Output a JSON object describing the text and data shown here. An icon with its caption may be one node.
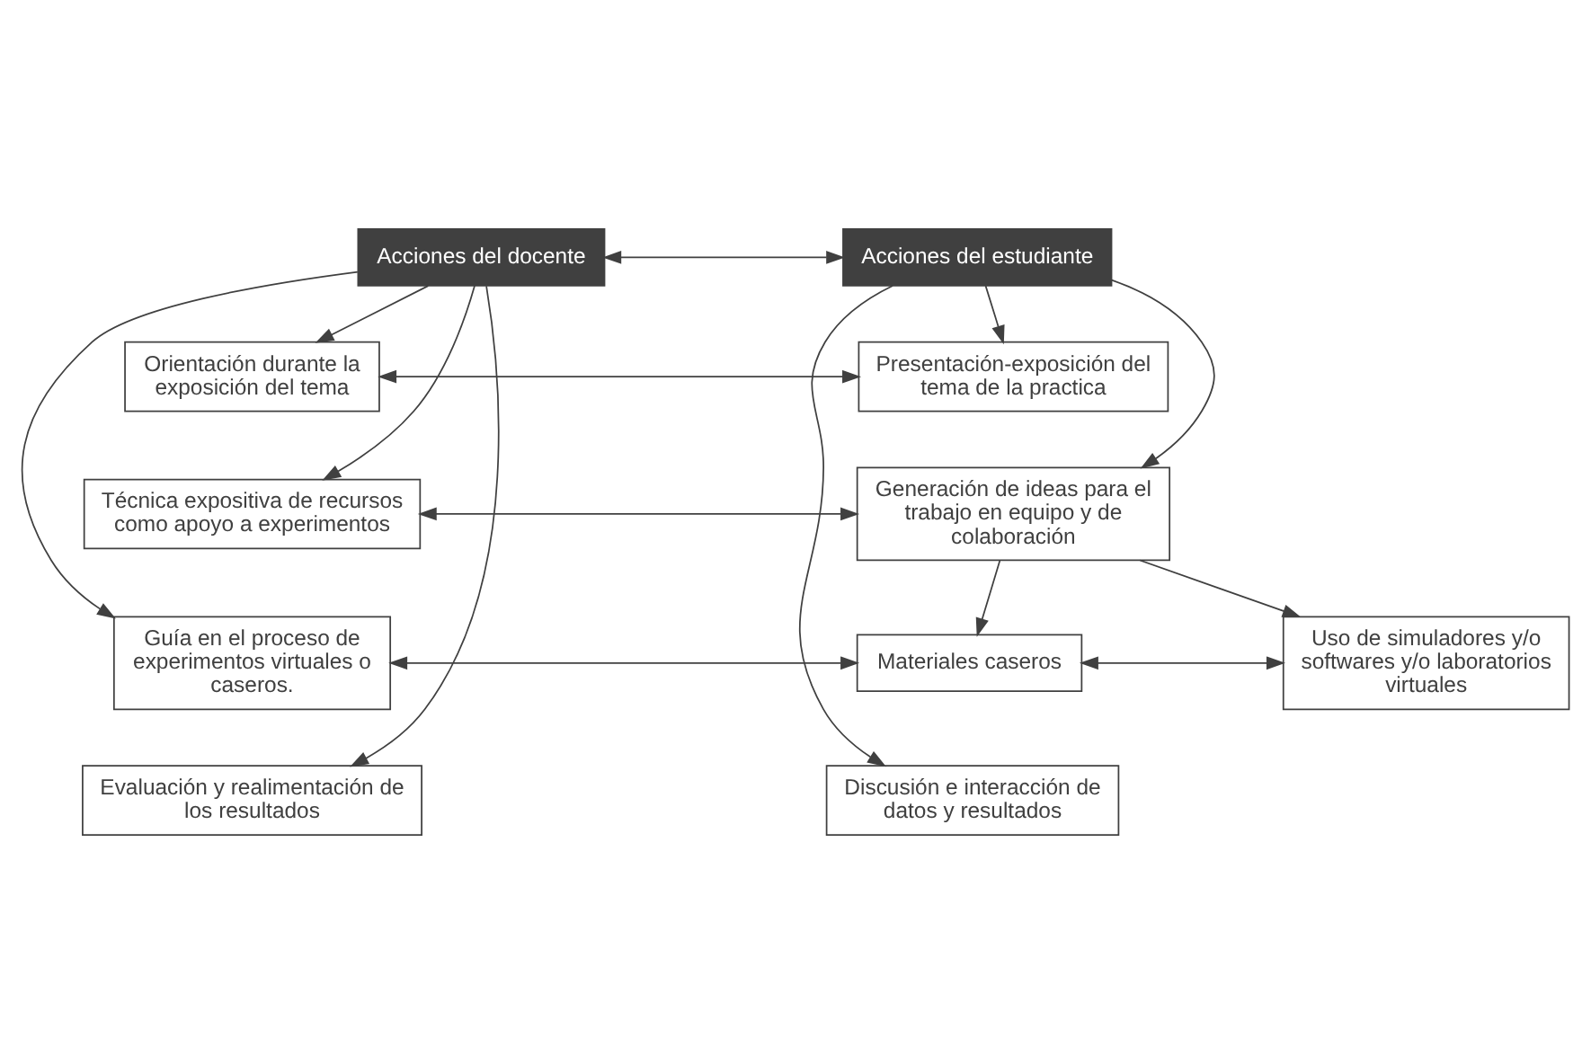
{
  "diagram": {
    "nodes": [
      {
        "text": [
          "Acciones del docente"
        ]
      },
      {
        "text": [
          "Acciones del estudiante"
        ]
      },
      {
        "text": [
          "Orientación durante la exposición del tema"
        ]
      },
      {
        "text": [
          "Presentación-exposición del tema de la practica"
        ]
      },
      {
        "text": [
          "Técnica expositiva de recursos como apoyo a experimentos"
        ]
      },
      {
        "text": [
          "Generación de ideas para el trabajo en equipo y de colaboración"
        ]
      },
      {
        "text": [
          "Guía en el proceso de experimentos virtuales o caseros."
        ]
      },
      {
        "text": [
          "Materiales caseros"
        ]
      },
      {
        "text": [
          "Uso de simuladores y/o softwares y/o laboratorios virtuales"
        ]
      },
      {
        "text": [
          "Evaluación y realimentación de los resultados"
        ]
      },
      {
        "text": [
          "Discusión e interacción de datos y resultados"
        ]
      }
    ],
    "edges": [
      {
        "from": 0,
        "to": 1,
        "arrow": "both"
      },
      {
        "from": 0,
        "to": 2,
        "arrow": "to"
      },
      {
        "from": 0,
        "to": 4,
        "arrow": "to"
      },
      {
        "from": 0,
        "to": 6,
        "arrow": "to"
      },
      {
        "from": 0,
        "to": 9,
        "arrow": "to"
      },
      {
        "from": 1,
        "to": 3,
        "arrow": "to"
      },
      {
        "from": 1,
        "to": 5,
        "arrow": "to"
      },
      {
        "from": 1,
        "to": 10,
        "arrow": "to"
      },
      {
        "from": 2,
        "to": 3,
        "arrow": "both"
      },
      {
        "from": 4,
        "to": 5,
        "arrow": "both"
      },
      {
        "from": 5,
        "to": 7,
        "arrow": "to"
      },
      {
        "from": 5,
        "to": 8,
        "arrow": "to"
      },
      {
        "from": 6,
        "to": 7,
        "arrow": "both"
      },
      {
        "from": 7,
        "to": 8,
        "arrow": "both"
      }
    ]
  }
}
